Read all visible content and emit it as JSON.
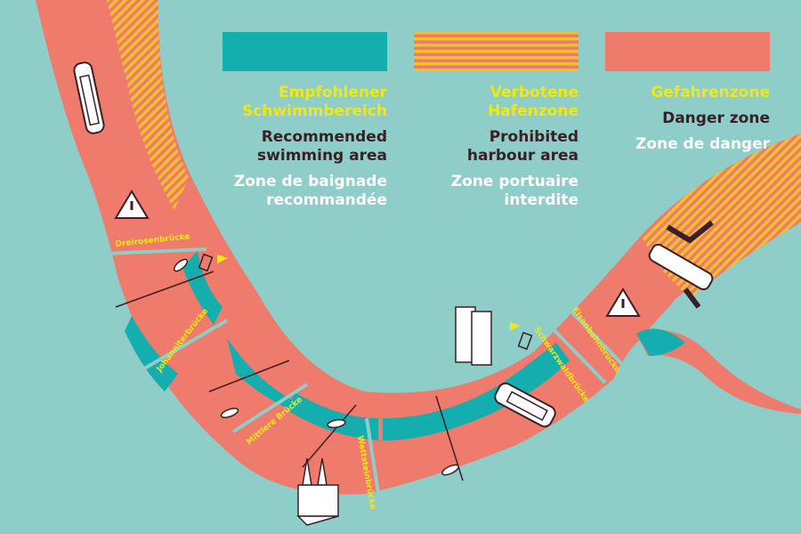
{
  "legend": [
    {
      "key": "swimming",
      "color": "#15aeae",
      "pattern": "solid",
      "de": "Empfohlener\nSchwimmbereich",
      "en": "Recommended\nswimming area",
      "fr": "Zone de baignade\nrecommandée"
    },
    {
      "key": "harbour",
      "color": "#f2c12e",
      "pattern": "striped",
      "de": "Verbotene\nHafenzone",
      "en": "Prohibited\nharbour area",
      "fr": "Zone portuaire\ninterdite"
    },
    {
      "key": "danger",
      "color": "#ef7b6c",
      "pattern": "solid",
      "de": "Gefahrenzone",
      "en": "Danger zone",
      "fr": "Zone de danger"
    }
  ],
  "bridges": [
    "Dreirosenbrücke",
    "Johanniterbrücke",
    "Mittlere Brücke",
    "Wettsteinbrücke",
    "Schwarzwaldbrücke",
    "Eisenbahnbrücke"
  ],
  "colors": {
    "background": "#8ecdc8",
    "river": "#ef7b6c",
    "swim": "#15aeae",
    "harbour_stripe": "#f2c12e",
    "label_yellow": "#f2e814",
    "dark": "#3a1f26"
  },
  "icons": [
    "ship-icon",
    "danger-warning-icon",
    "ladder-icon",
    "cathedral-icon",
    "building-icon",
    "boat-icon"
  ]
}
